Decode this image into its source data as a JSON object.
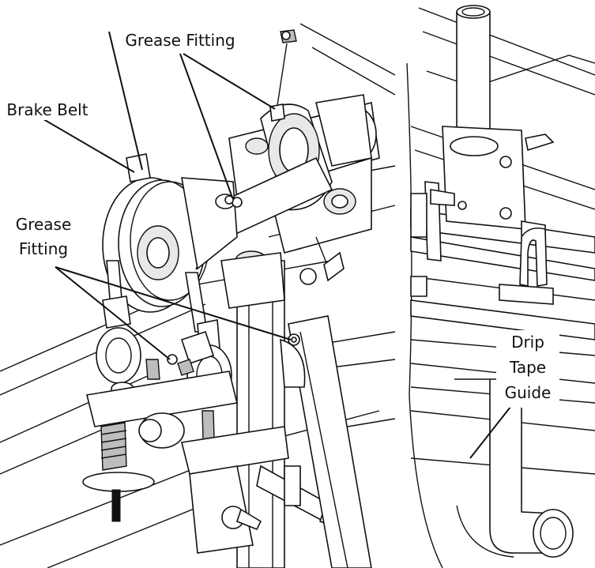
{
  "labels": {
    "grease_fitting_top": "Grease Fitting",
    "brake_belt": "Brake Belt",
    "grease_fitting_left_line1": "Grease",
    "grease_fitting_left_line2": "Fitting",
    "drip_tape_line1": "Drip",
    "drip_tape_line2": "Tape",
    "drip_tape_line3": "Guide"
  }
}
